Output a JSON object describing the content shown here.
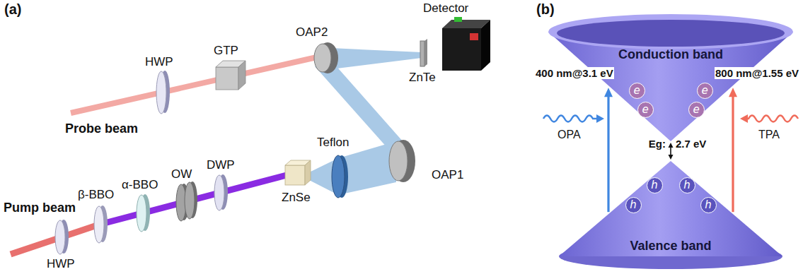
{
  "diagram": {
    "nodes": [
      {
        "text": [
          "Conduction band"
        ]
      },
      {
        "text": [
          "e"
        ],
        "in": 0
      },
      {
        "text": [
          "e"
        ],
        "in": 0
      },
      {
        "text": [
          "e"
        ],
        "in": 0
      },
      {
        "text": [
          "e"
        ],
        "in": 0
      },
      {
        "text": [
          "Valence band"
        ]
      },
      {
        "text": [
          "h"
        ],
        "in": 5
      },
      {
        "text": [
          "h"
        ],
        "in": 5
      },
      {
        "text": [
          "h"
        ],
        "in": 5
      },
      {
        "text": [
          "h"
        ],
        "in": 5
      }
    ],
    "edges": [
      {
        "from": 5,
        "to": 0,
        "arrow": "to"
      },
      {
        "from": 5,
        "to": 0,
        "arrow": "to"
      }
    ],
    "labels": [
      "(a)",
      "Probe beam",
      "HWP",
      "GTP",
      "OAP2",
      "Detector",
      "ZnTe",
      "Teflon",
      "OAP1",
      "Pump beam",
      "HWP",
      "β-BBO",
      "α-BBO",
      "OW",
      "DWP",
      "ZnSe",
      "(b)",
      "400 nm@3.1 eV",
      "OPA",
      "800 nm@1.55 eV",
      "TPA",
      "Eg:",
      "2.7 eV"
    ]
  }
}
